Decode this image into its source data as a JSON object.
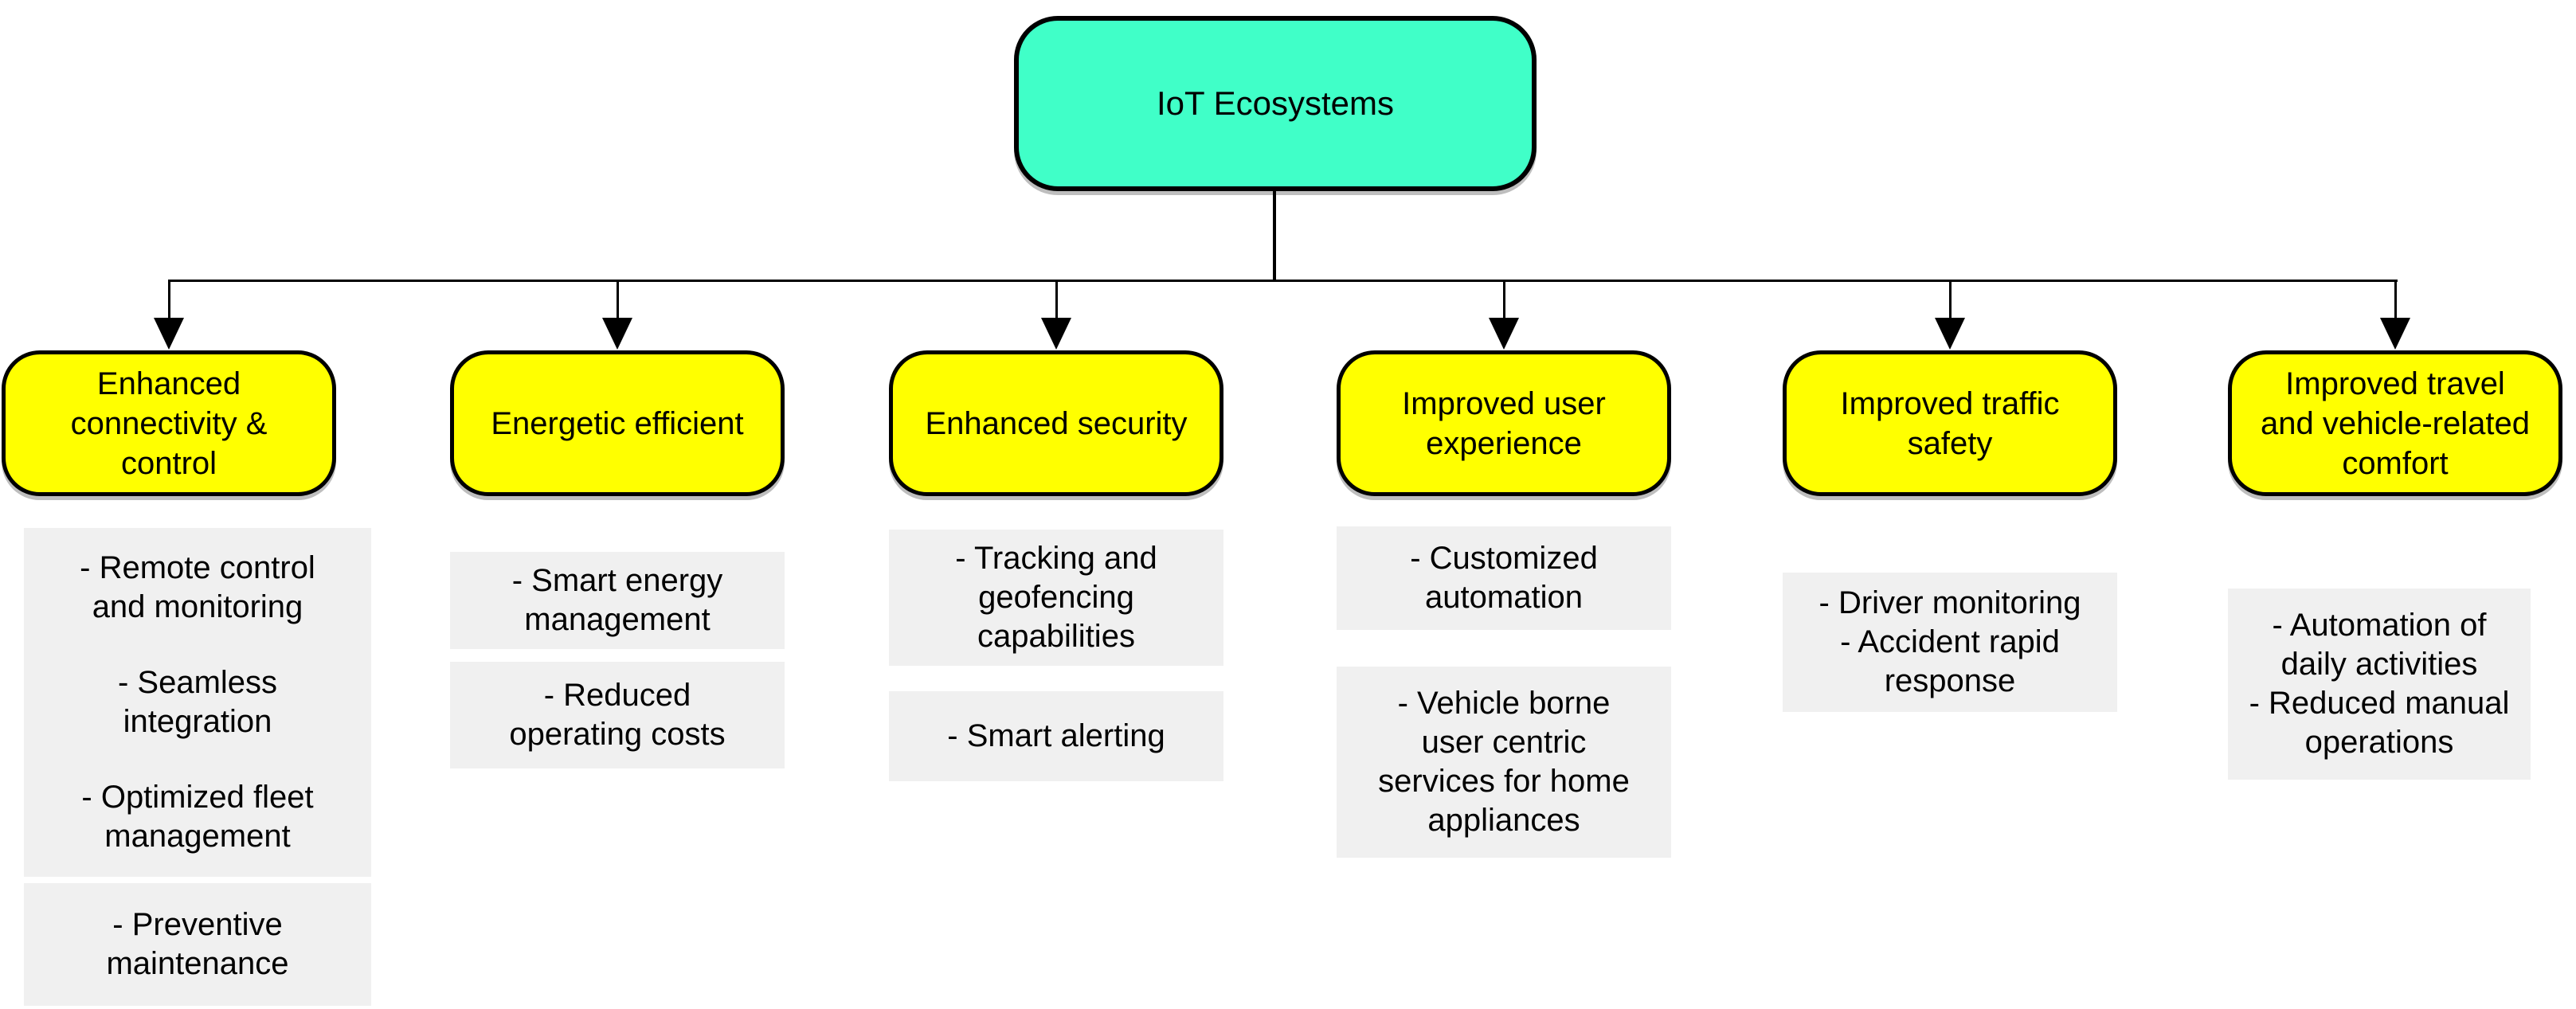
{
  "colors": {
    "root_fill": "#40FFC8",
    "branch_fill": "#FFFF00",
    "list_bg": "#F0F0F0",
    "line": "#000000"
  },
  "root": {
    "label": "IoT Ecosystems"
  },
  "branches": [
    {
      "label": "Enhanced\nconnectivity &\ncontrol",
      "boxes": [
        {
          "items": [
            "- Remote control\nand monitoring",
            "- Seamless\nintegration",
            "- Optimized fleet\nmanagement"
          ]
        },
        {
          "items": [
            "- Preventive\nmaintenance"
          ]
        }
      ]
    },
    {
      "label": "Energetic efficient",
      "boxes": [
        {
          "items": [
            "- Smart energy\nmanagement"
          ]
        },
        {
          "items": [
            "- Reduced\noperating costs"
          ]
        }
      ]
    },
    {
      "label": "Enhanced security",
      "boxes": [
        {
          "items": [
            "- Tracking and\ngeofencing\ncapabilities"
          ]
        },
        {
          "items": [
            "- Smart alerting"
          ]
        }
      ]
    },
    {
      "label": "Improved user\nexperience",
      "boxes": [
        {
          "items": [
            "- Customized\nautomation"
          ]
        },
        {
          "items": [
            "- Vehicle borne\nuser centric\nservices for home\nappliances"
          ]
        }
      ]
    },
    {
      "label": "Improved traffic\nsafety",
      "boxes": [
        {
          "items": [
            "- Driver monitoring",
            "- Accident rapid\nresponse"
          ]
        }
      ]
    },
    {
      "label": "Improved travel\nand vehicle-related\ncomfort",
      "boxes": [
        {
          "items": [
            "- Automation of\ndaily activities",
            "- Reduced manual\noperations"
          ]
        }
      ]
    }
  ]
}
